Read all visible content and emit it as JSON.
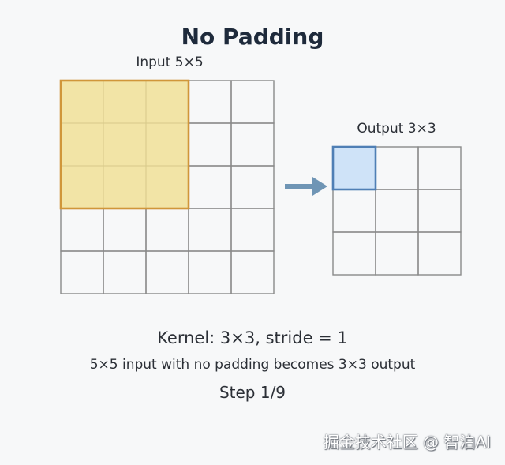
{
  "title": "No Padding",
  "input": {
    "label": "Input 5×5",
    "rows": 5,
    "cols": 5
  },
  "kernel_window": {
    "rows": 3,
    "cols": 3,
    "row_offset": 0,
    "col_offset": 0
  },
  "output": {
    "label": "Output 3×3",
    "rows": 3,
    "cols": 3,
    "active_row": 0,
    "active_col": 0
  },
  "caption": {
    "kernel": "Kernel: 3×3, stride = 1",
    "description": "5×5 input with no padding becomes 3×3 output",
    "step": "Step 1/9"
  },
  "watermark": "掘金技术社区 @ 智泊AI",
  "colors": {
    "background": "#f7f8f9",
    "grid_line": "#8a8a8a",
    "kernel_fill": "#f2e4a6",
    "kernel_border": "#d0963a",
    "output_active_fill": "#cfe3f8",
    "output_active_border": "#4f7fb5",
    "arrow": "#6f95b5"
  }
}
